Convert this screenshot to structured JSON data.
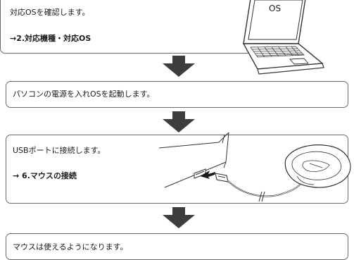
{
  "steps": [
    {
      "text": "対応OSを確認します。",
      "link": "→2.対応機種・対応OS"
    },
    {
      "text": "パソコンの電源を入れOSを起動します。"
    },
    {
      "text": "USBポートに接続します。",
      "link": "→ 6.マウスの接続"
    },
    {
      "text": "マウスは使えるようになります。"
    }
  ],
  "laptop_screen_label": "OS",
  "colors": {
    "arrow": "#3d3d3d",
    "border": "#6a6a6a",
    "line": "#333333"
  },
  "icons": [
    "laptop-illustration",
    "usb-mouse-illustration",
    "down-arrow-icon"
  ]
}
